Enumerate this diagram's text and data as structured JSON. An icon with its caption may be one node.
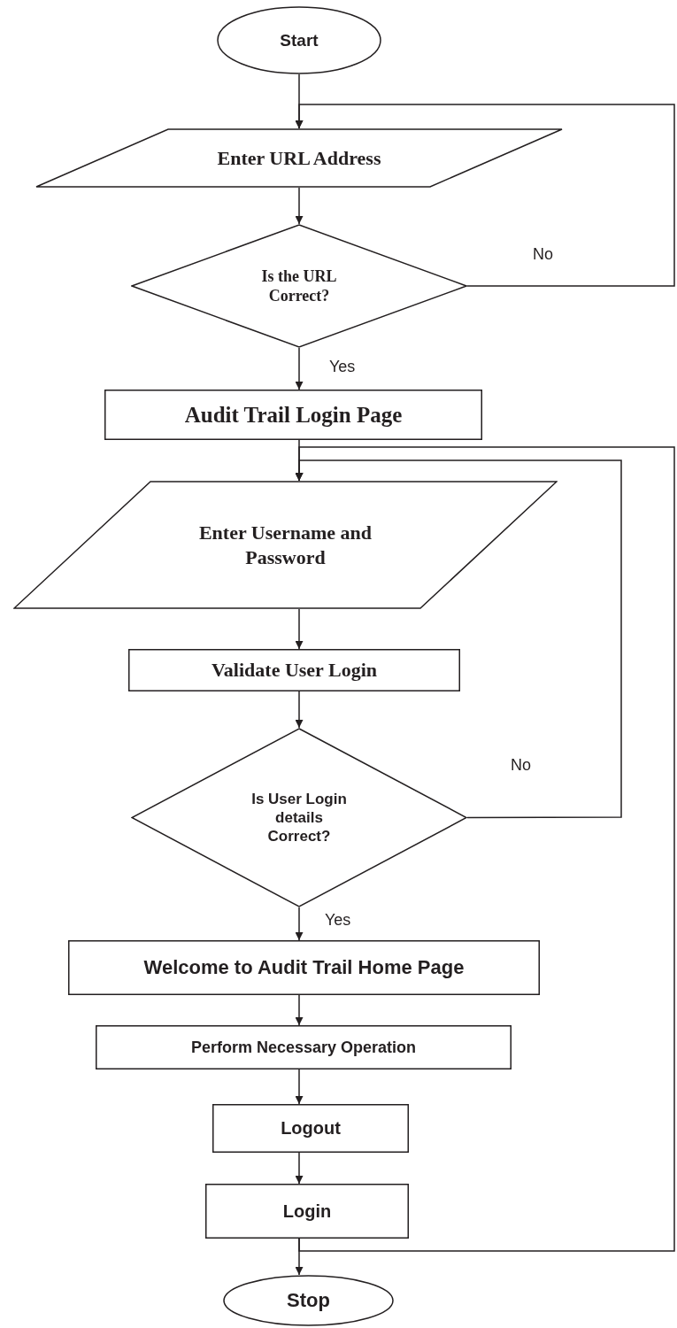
{
  "diagram": {
    "nodes": [
      {
        "text": [
          "Start"
        ]
      },
      {
        "text": [
          "Enter URL Address"
        ]
      },
      {
        "text": [
          "Is the URL Correct?"
        ]
      },
      {
        "text": [
          "Audit Trail Login Page"
        ]
      },
      {
        "text": [
          "Enter Username and Password"
        ]
      },
      {
        "text": [
          "Validate User Login"
        ]
      },
      {
        "text": [
          "Is User Login details Correct?"
        ]
      },
      {
        "text": [
          "Welcome to Audit Trail Home Page"
        ]
      },
      {
        "text": [
          "Perform Necessary Operation"
        ]
      },
      {
        "text": [
          "Logout"
        ]
      },
      {
        "text": [
          "Login"
        ]
      },
      {
        "text": [
          "Stop"
        ]
      }
    ],
    "edges": [
      {
        "from": 0,
        "to": 1,
        "arrow": "to"
      },
      {
        "from": 1,
        "to": 2,
        "arrow": "to"
      },
      {
        "from": 2,
        "to": 3,
        "arrow": "to",
        "label": "Yes"
      },
      {
        "from": 2,
        "to": 1,
        "arrow": "to",
        "label": "No"
      },
      {
        "from": 3,
        "to": 4,
        "arrow": "to"
      },
      {
        "from": 4,
        "to": 5,
        "arrow": "to"
      },
      {
        "from": 5,
        "to": 6,
        "arrow": "to"
      },
      {
        "from": 6,
        "to": 4,
        "arrow": "to",
        "label": "No"
      },
      {
        "from": 6,
        "to": 7,
        "arrow": "to",
        "label": "Yes"
      },
      {
        "from": 7,
        "to": 8,
        "arrow": "to"
      },
      {
        "from": 8,
        "to": 9,
        "arrow": "to"
      },
      {
        "from": 9,
        "to": 10,
        "arrow": "to"
      },
      {
        "from": 10,
        "to": 11,
        "arrow": "to"
      },
      {
        "from": 10,
        "to": 4,
        "arrow": "to"
      }
    ]
  }
}
